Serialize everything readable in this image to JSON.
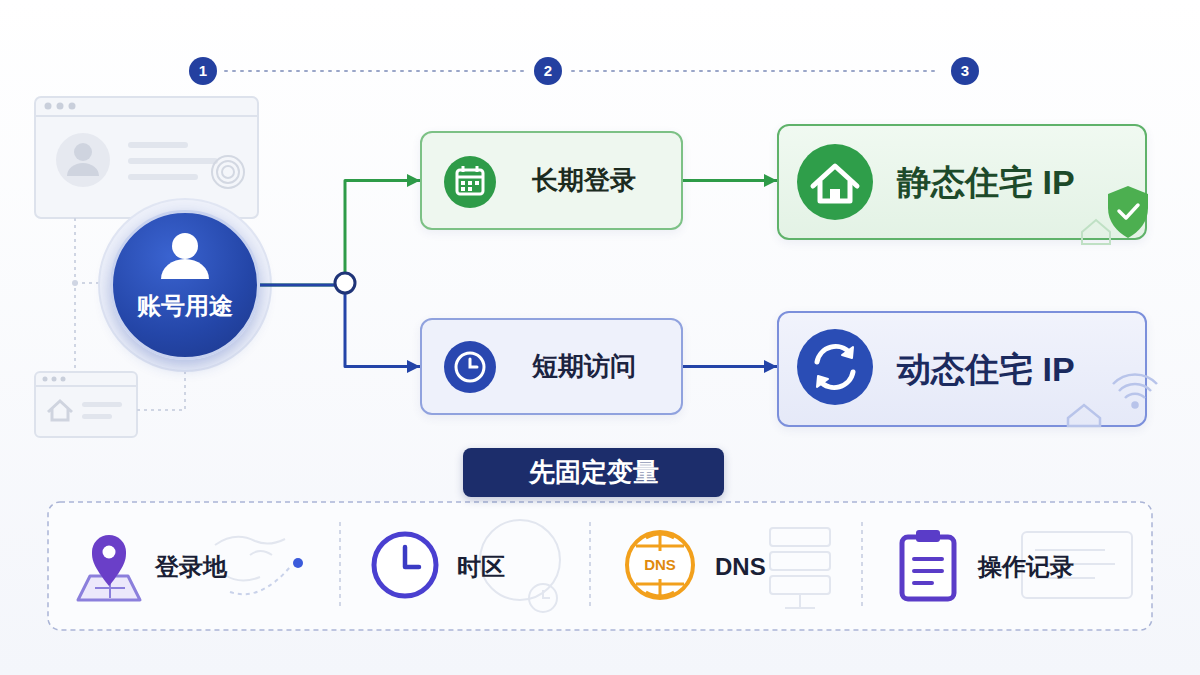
{
  "diagram": {
    "nodes": [
      {
        "text": [
          "账号用途"
        ]
      },
      {
        "text": [
          "长期登录"
        ]
      },
      {
        "text": [
          "短期访问"
        ]
      },
      {
        "text": [
          "静态住宅 IP"
        ]
      },
      {
        "text": [
          "动态住宅 IP"
        ]
      },
      {
        "text": [
          "先固定变量"
        ]
      }
    ],
    "edges": [
      {
        "from": 0,
        "to": 1,
        "arrow": "to"
      },
      {
        "from": 0,
        "to": 2,
        "arrow": "to"
      },
      {
        "from": 1,
        "to": 3,
        "arrow": "to"
      },
      {
        "from": 2,
        "to": 4,
        "arrow": "to"
      }
    ],
    "labels": [
      "1",
      "2",
      "3",
      "登录地",
      "时区",
      "DNS",
      "DNS",
      "操作记录"
    ]
  }
}
